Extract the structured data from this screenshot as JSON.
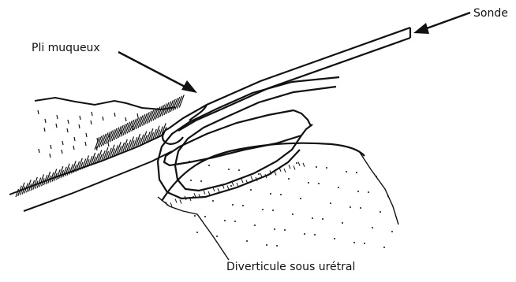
{
  "labels": {
    "fold": "Pli muqueux",
    "probe": "Sonde",
    "diverticulum": "Diverticule sous urétral"
  },
  "colors": {
    "ink": "#111111",
    "paper": "#ffffff"
  }
}
